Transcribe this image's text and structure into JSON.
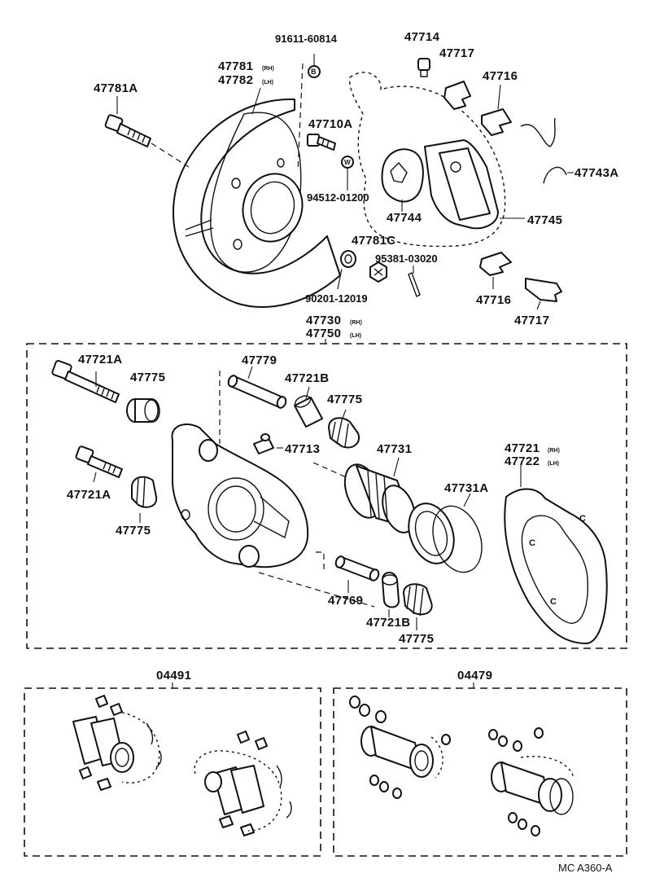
{
  "diagram": {
    "labels": {
      "p91611": "91611-60814",
      "p47714": "47714",
      "p47717_top": "47717",
      "p47781": "47781",
      "p47782": "47782",
      "p47781A": "47781A",
      "p47710A": "47710A",
      "p47716_top": "47716",
      "p94512": "94512-01200",
      "p47744": "47744",
      "p47743A": "47743A",
      "p47745": "47745",
      "p47781C": "47781C",
      "p95381": "95381-03020",
      "p90201": "90201-12019",
      "p47716_bot": "47716",
      "p47717_bot": "47717",
      "p47730": "47730",
      "p47750": "47750",
      "p47721A_1": "47721A",
      "p47775_1": "47775",
      "p47779": "47779",
      "p47721B_1": "47721B",
      "p47775_2": "47775",
      "p47713": "47713",
      "p47721A_2": "47721A",
      "p47775_3": "47775",
      "p47731": "47731",
      "p47731A": "47731A",
      "p47721": "47721",
      "p47722": "47722",
      "p47769": "47769",
      "p47721B_2": "47721B",
      "p47775_4": "47775",
      "kit_04491": "04491",
      "kit_04479": "04479",
      "footer_code": "MC A360-A"
    },
    "tags": {
      "rh": "(RH)",
      "lh": "(LH)"
    },
    "letters": {
      "bolt_b": "B",
      "washer_w": "W",
      "caliper_c1": "C",
      "caliper_c2": "C",
      "caliper_c3": "C"
    }
  }
}
